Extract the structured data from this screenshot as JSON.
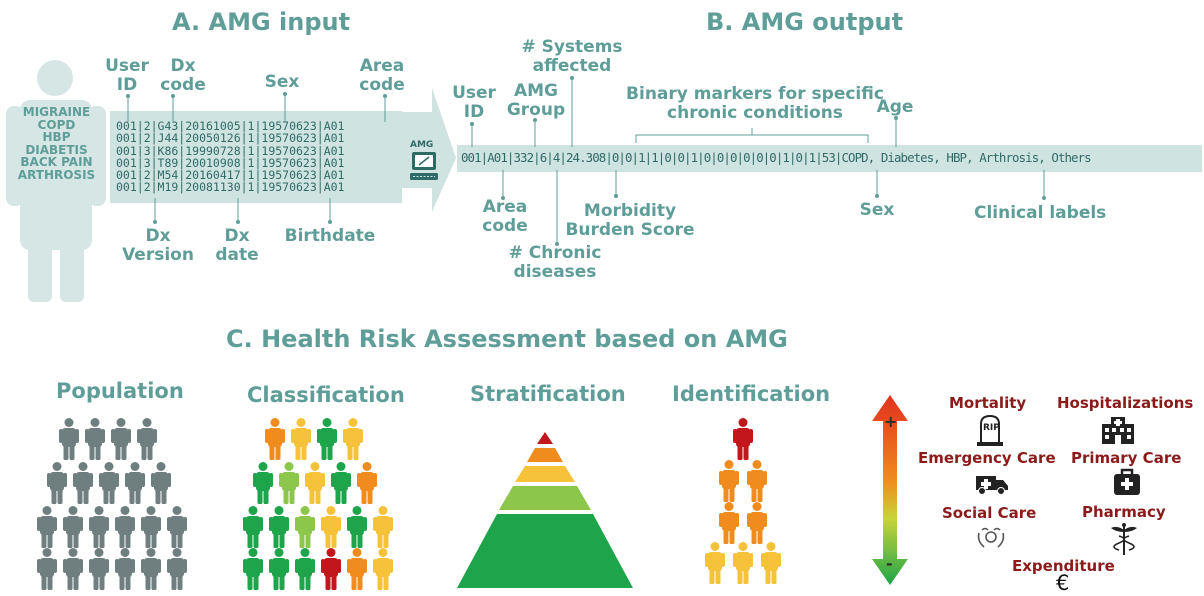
{
  "sectionA": {
    "title": "A. AMG input",
    "patient_conditions": [
      "MIGRAINE",
      "COPD",
      "HBP",
      "DIABETIS",
      "BACK PAIN",
      "ARTHROSIS"
    ],
    "rows": [
      "001|2|G43|20161005|1|19570623|A01",
      "001|2|J44|20050126|1|19570623|A01",
      "001|3|K86|19990728|1|19570623|A01",
      "001|3|T89|20010908|1|19570623|A01",
      "001|2|M54|20160417|1|19570623|A01",
      "001|2|M19|20081130|1|19570623|A01"
    ],
    "labels": {
      "user_id": "User\nID",
      "dx_code": "Dx\ncode",
      "sex": "Sex",
      "area_code": "Area\ncode",
      "dx_version": "Dx\nVersion",
      "dx_date": "Dx\ndate",
      "birthdate": "Birthdate"
    },
    "tool_label": "AMG"
  },
  "sectionB": {
    "title": "B. AMG output",
    "output_line": "001|A01|332|6|4|24.308|0|0|1|1|0|0|1|0|0|0|0|0|0|1|0|1|53|COPD, Diabetes, HBP, Arthrosis, Others",
    "labels": {
      "user_id": "User\nID",
      "amg_group": "AMG\nGroup",
      "systems_affected": "# Systems\naffected",
      "binary_markers": "Binary markers for specific\nchronic conditions",
      "age": "Age",
      "area_code": "Area\ncode",
      "chronic_diseases": "# Chronic\ndiseases",
      "morbidity_score": "Morbidity\nBurden Score",
      "sex": "Sex",
      "clinical_labels": "Clinical labels"
    }
  },
  "sectionC": {
    "title": "C. Health Risk Assessment based on AMG",
    "steps": [
      "Population",
      "Classification",
      "Stratification",
      "Identification"
    ],
    "risk_scale": {
      "top": "+",
      "bottom": "-"
    },
    "outcomes": {
      "mortality": "Mortality",
      "hospitalizations": "Hospitalizations",
      "emergency_care": "Emergency Care",
      "primary_care": "Primary Care",
      "social_care": "Social Care",
      "pharmacy": "Pharmacy",
      "expenditure": "Expenditure",
      "euro_symbol": "€",
      "rip": "RIP"
    },
    "colors": {
      "teal": "#5f9e98",
      "gray": "#6f7f80",
      "green": "#1ea44a",
      "lightgreen": "#8cc64a",
      "yellow": "#f6c23a",
      "orange": "#f08c1e",
      "red": "#c0161c",
      "darkred": "#8b1a1a"
    }
  }
}
